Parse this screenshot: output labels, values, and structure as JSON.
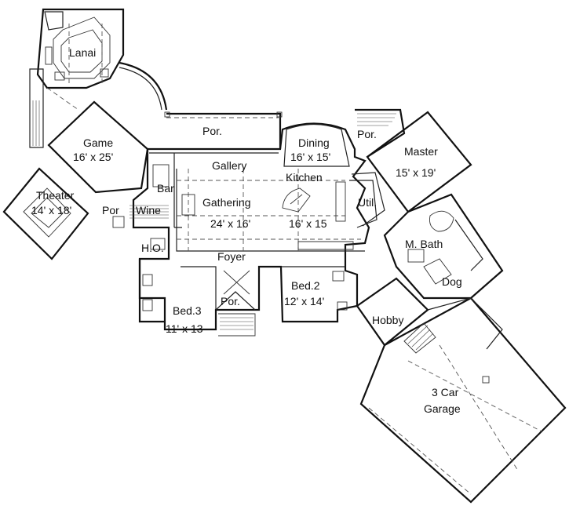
{
  "rooms": {
    "lanai": {
      "name": "Lanai"
    },
    "porch_top": {
      "name": "Por."
    },
    "porch_right": {
      "name": "Por."
    },
    "porch_theater": {
      "name": "Por"
    },
    "porch_front": {
      "name": "Por."
    },
    "game": {
      "name": "Game",
      "size": "16' x 25'"
    },
    "theater": {
      "name": "Theater",
      "size": "14' x 18'"
    },
    "gallery": {
      "name": "Gallery"
    },
    "bar": {
      "name": "Bar"
    },
    "wine": {
      "name": "Wine"
    },
    "gathering": {
      "name": "Gathering",
      "size": "24' x 16'"
    },
    "dining": {
      "name": "Dining",
      "size": "16' x 15'"
    },
    "kitchen": {
      "name": "Kitchen",
      "size": "16' x 15"
    },
    "util": {
      "name": "Util."
    },
    "master": {
      "name": "Master",
      "size": "15' x 19'"
    },
    "mbath": {
      "name": "M. Bath"
    },
    "dog": {
      "name": "Dog"
    },
    "ho": {
      "name": "H.O."
    },
    "foyer": {
      "name": "Foyer"
    },
    "bed2": {
      "name": "Bed.2",
      "size": "12' x 14'"
    },
    "bed3": {
      "name": "Bed.3",
      "size": "11' x 13"
    },
    "hobby": {
      "name": "Hobby"
    },
    "garage": {
      "name": "3 Car",
      "name2": "Garage"
    }
  }
}
